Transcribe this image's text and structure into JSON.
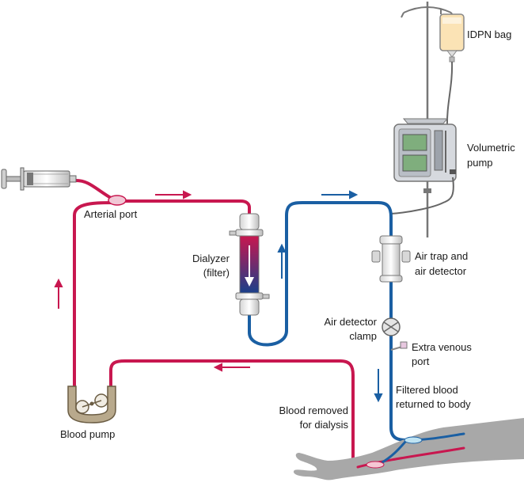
{
  "labels": {
    "idpn_bag": "IDPN bag",
    "volumetric_pump_1": "Volumetric",
    "volumetric_pump_2": "pump",
    "arterial_port": "Arterial port",
    "dialyzer_1": "Dialyzer",
    "dialyzer_2": "(filter)",
    "air_trap_1": "Air trap and",
    "air_trap_2": "air detector",
    "air_clamp_1": "Air detector",
    "air_clamp_2": "clamp",
    "extra_port_1": "Extra venous",
    "extra_port_2": "port",
    "filtered_1": "Filtered blood",
    "filtered_2": "returned to body",
    "removed_1": "Blood removed",
    "removed_2": "for dialysis",
    "blood_pump": "Blood pump"
  },
  "colors": {
    "arterial_line": "#c8174f",
    "venous_line": "#1a5fa3",
    "iv_line": "#666666",
    "arm": "#a8a8a8",
    "fluid_bag": "#fbe3b5"
  },
  "icons": [
    "syringe-icon",
    "iv-bag-icon",
    "infusion-pump-icon",
    "dialyzer-icon",
    "air-trap-icon",
    "clamp-icon",
    "roller-pump-icon",
    "arm-icon"
  ]
}
